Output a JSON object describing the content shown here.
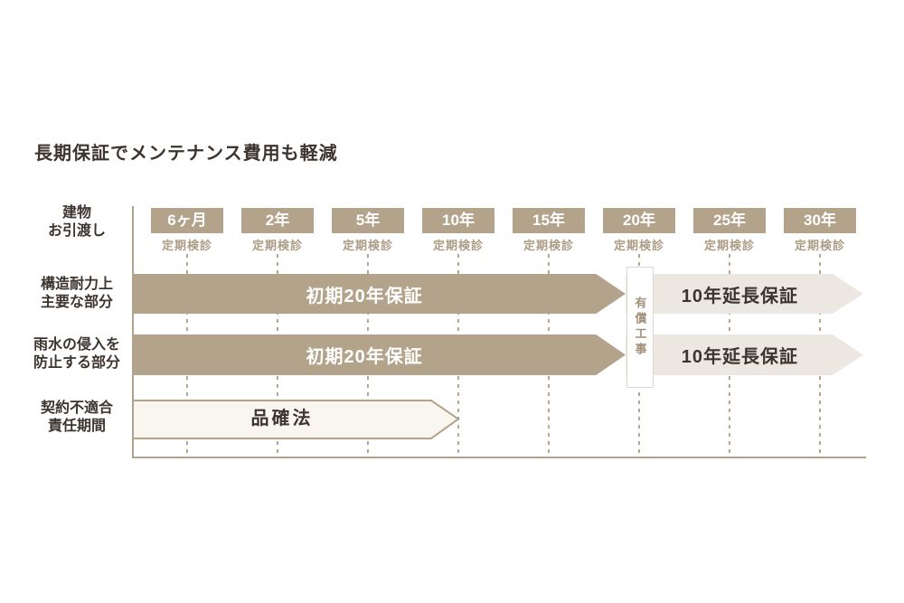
{
  "title": "長期保証でメンテナンス費用も軽減",
  "colors": {
    "accent_tan": "#b3a38b",
    "beige": "#ece8e1",
    "cream": "#f9f6f0",
    "dark_text": "#3d342e",
    "white": "#ffffff"
  },
  "timeline": {
    "handover_label": {
      "line1": "建物",
      "line2": "お引渡し"
    },
    "checkup_label": "定期検診",
    "milestones": [
      "6ヶ月",
      "2年",
      "5年",
      "10年",
      "15年",
      "20年",
      "25年",
      "30年"
    ]
  },
  "rows": [
    {
      "label_line1": "構造耐力上",
      "label_line2": "主要な部分",
      "initial": "初期20年保証",
      "extended": "10年延長保証"
    },
    {
      "label_line1": "雨水の侵入を",
      "label_line2": "防止する部分",
      "initial": "初期20年保証",
      "extended": "10年延長保証"
    },
    {
      "label_line1": "契約不適合",
      "label_line2": "責任期間",
      "arrow": "品確法"
    }
  ],
  "paid_work_label": "有償工事"
}
